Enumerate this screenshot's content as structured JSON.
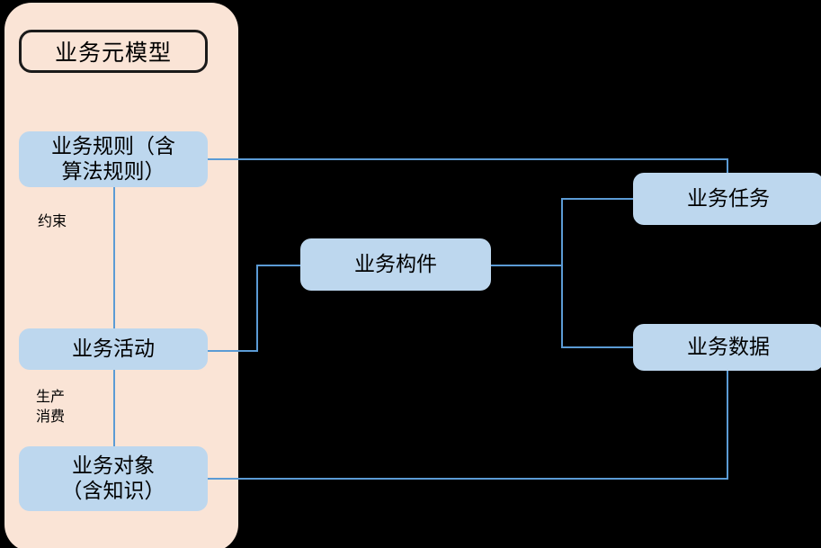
{
  "diagram": {
    "title": "业务元模型",
    "panel_color": "#FAE4D6",
    "node_color": "#BDD7EE",
    "connector_color": "#5B9BD5",
    "background_color": "#000000",
    "nodes": [
      {
        "id": "rule",
        "label": "业务规则（含\n算法规则）"
      },
      {
        "id": "activity",
        "label": "业务活动"
      },
      {
        "id": "object",
        "label": "业务对象\n（含知识）"
      },
      {
        "id": "component",
        "label": "业务构件"
      },
      {
        "id": "task",
        "label": "业务任务"
      },
      {
        "id": "data",
        "label": "业务数据"
      }
    ],
    "edge_labels": [
      {
        "id": "constrain",
        "text": "约束"
      },
      {
        "id": "produce",
        "text": "生产\n消费"
      }
    ]
  }
}
